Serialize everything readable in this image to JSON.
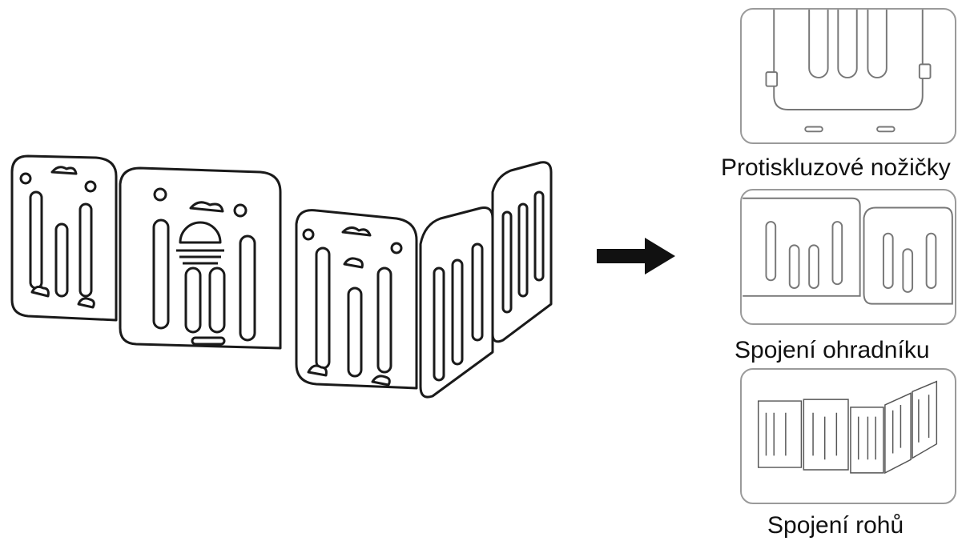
{
  "details": [
    {
      "caption": "Protiskluzové nožičky",
      "icon": "anti-slip-feet"
    },
    {
      "caption": "Spojení ohradníku",
      "icon": "panel-connection"
    },
    {
      "caption": "Spojení rohů",
      "icon": "corner-connection"
    }
  ],
  "colors": {
    "line": "#1a1a1a",
    "light_line": "#8a8a8a",
    "arrow": "#111111",
    "frame": "#9a9a9a"
  }
}
